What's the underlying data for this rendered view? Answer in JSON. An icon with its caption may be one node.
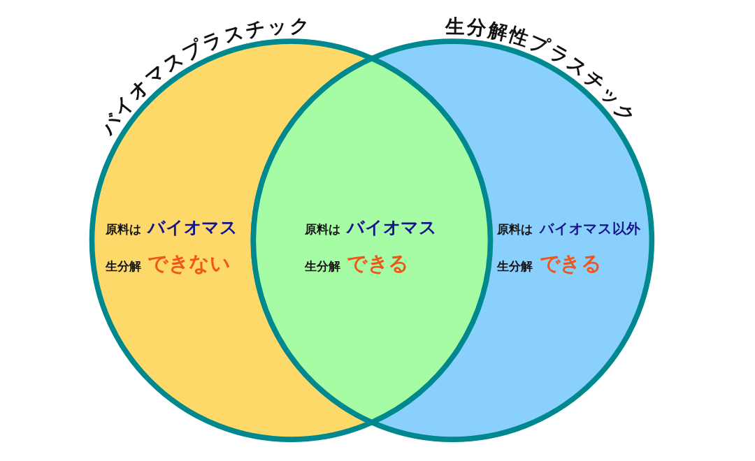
{
  "diagram": {
    "nodes": [
      {
        "text": [
          "バイオマスプラスチック",
          "原料は",
          "バイオマス",
          "生分解",
          "できない"
        ]
      },
      {
        "text": [
          "原料は",
          "バイオマス",
          "生分解",
          "できる"
        ]
      },
      {
        "text": [
          "生分解性プラスチック",
          "原料は",
          "バイオマス以外",
          "生分解",
          "できる"
        ]
      }
    ]
  }
}
